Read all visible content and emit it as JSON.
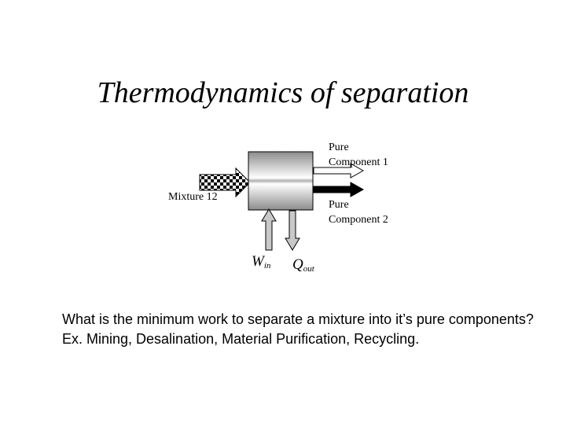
{
  "slide": {
    "title": "Thermodynamics of separation",
    "labels": {
      "pure_component_1_line1": "Pure",
      "pure_component_1_line2": "Component 1",
      "pure_component_2_line1": "Pure",
      "pure_component_2_line2": "Component 2",
      "mixture": "Mixture 12",
      "work_symbol": "W",
      "work_subscript": "in",
      "heat_symbol": "Q",
      "heat_subscript": "out"
    },
    "question_text": "What is the minimum work to separate a mixture into it’s pure components? Ex. Mining, Desalination, Material Purification, Recycling."
  },
  "colors": {
    "background": "#ffffff",
    "text": "#000000",
    "arrow_gray": "#c8c8c8"
  }
}
